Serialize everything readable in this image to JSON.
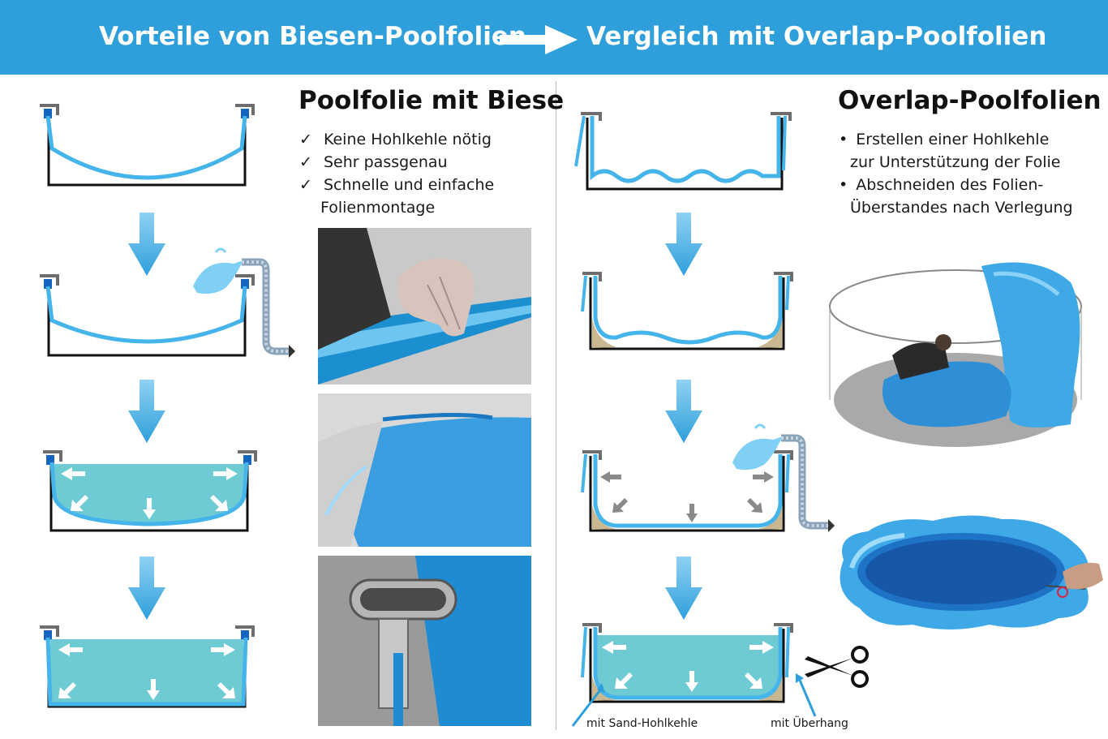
{
  "header": {
    "title_left": "Vorteile von Biesen-Poolfolien",
    "title_right": "Vergleich mit  Overlap-Poolfolien"
  },
  "left_panel": {
    "title": "Poolfolie mit Biese",
    "checks": [
      "Keine Hohlkehle nötig",
      "Sehr passgenau",
      "Schnelle und einfache"
    ],
    "check_continuation": "Folienmontage",
    "check_mark": "✓"
  },
  "right_panel": {
    "title": "Overlap-Poolfolien",
    "bullet_mark": "•",
    "bullets": [
      "Erstellen einer Hohlkehle",
      "zur Unterstützung der Folie",
      "Abschneiden des Folien-",
      "Überstandes nach Verlegung"
    ]
  },
  "captions": {
    "sand_cove": "mit Sand-Hohlkehle",
    "overhang": "mit Überhang"
  },
  "colors": {
    "header_bg": "#2f9fdb",
    "arrow_blue": "#2f9fdb",
    "liner_blue": "#45b4ea",
    "water": "#6fcbd3",
    "sand": "#c9b88f",
    "rail_grey": "#6d6d6d",
    "clip_blue": "#1565c0"
  },
  "icons": {
    "header_arrow": "right-arrow-icon",
    "flow_arrow": "down-arrow-icon",
    "scissors": "scissors-icon",
    "hose": "water-hose-icon"
  }
}
